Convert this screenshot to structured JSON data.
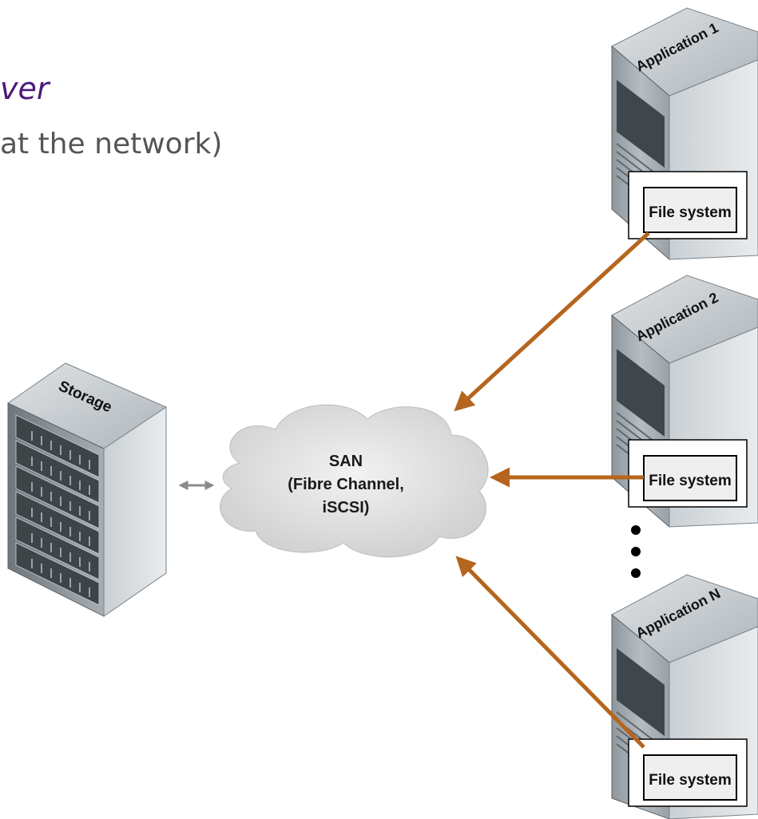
{
  "slide": {
    "title_fragment": "ver",
    "subtitle_fragment": "at the network)"
  },
  "storage": {
    "label": "Storage"
  },
  "san": {
    "line1": "SAN",
    "line2": "(Fibre Channel,",
    "line3": "iSCSI)"
  },
  "servers": [
    {
      "label": "Application 1",
      "fs_label": "File system"
    },
    {
      "label": "Application 2",
      "fs_label": "File system"
    },
    {
      "label": "Application N",
      "fs_label": "File system"
    }
  ],
  "colors": {
    "arrow": "#b5651d",
    "title": "#4b1a7a",
    "subtitle": "#555555"
  },
  "icons": [
    "server-tower-icon",
    "storage-rack-icon",
    "network-cloud-icon",
    "double-arrow-icon",
    "ellipsis-dots-icon"
  ]
}
